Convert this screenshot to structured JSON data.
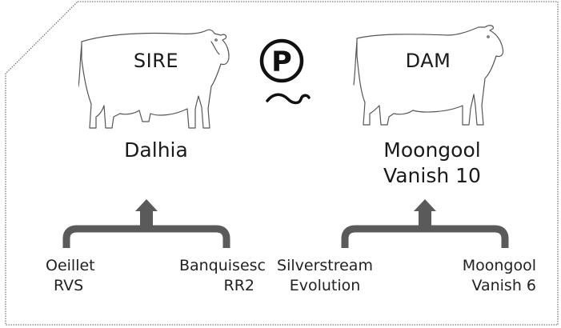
{
  "sire": {
    "role": "SIRE",
    "name": "Dalhia"
  },
  "dam": {
    "role": "DAM",
    "name_line1": "Moongool",
    "name_line2": "Vanish 10"
  },
  "polled_symbol": "P",
  "sire_parents": [
    {
      "line1": "Oeillet",
      "line2": "RVS"
    },
    {
      "line1": "Banquisesc",
      "line2": "RR2"
    }
  ],
  "dam_parents": [
    {
      "line1": "Silverstream",
      "line2": "Evolution"
    },
    {
      "line1": "Moongool",
      "line2": "Vanish 6"
    }
  ],
  "colors": {
    "bracket": "#5a5a5a",
    "outline": "#555555",
    "text": "#1a1a1a"
  }
}
